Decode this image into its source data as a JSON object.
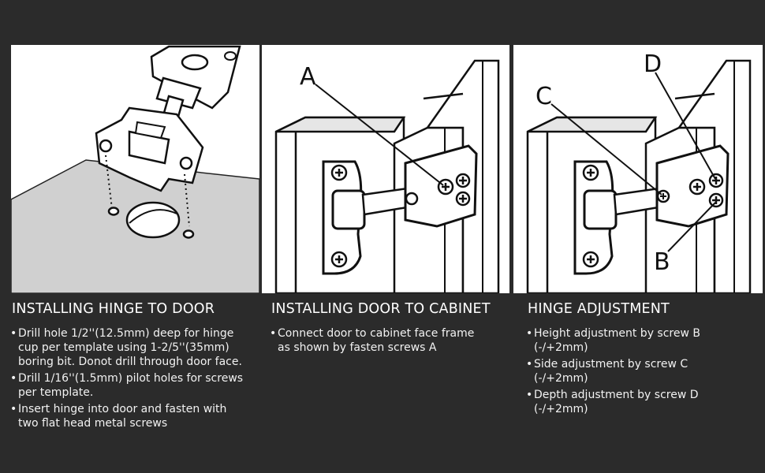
{
  "panels": [
    {
      "heading": "INSTALLING HINGE TO DOOR",
      "bullets": [
        "Drill hole 1/2''(12.5mm) deep for hinge\n cup per template using 1-2/5''(35mm)\nboring bit. Donot drill through door face.",
        "Drill 1/16''(1.5mm) pilot holes for screws\nper template.",
        "Insert hinge into door and fasten with\ntwo flat head metal screws"
      ]
    },
    {
      "heading": "INSTALLING DOOR TO CABINET",
      "labels": [
        "A"
      ],
      "bullets": [
        " Connect door to cabinet face frame\nas shown by fasten screws A"
      ]
    },
    {
      "heading": "HINGE ADJUSTMENT",
      "labels": [
        "C",
        "D",
        "B"
      ],
      "bullets": [
        "Height adjustment by screw B\n(-/+2mm)",
        "Side adjustment by screw C\n(-/+2mm)",
        "Depth adjustment by screw D\n(-/+2mm)"
      ]
    }
  ],
  "bullet_char": "•",
  "colors": {
    "background": "#2b2b2b",
    "panel": "#ffffff",
    "door": "#d0d0d0",
    "ink": "#111111"
  }
}
